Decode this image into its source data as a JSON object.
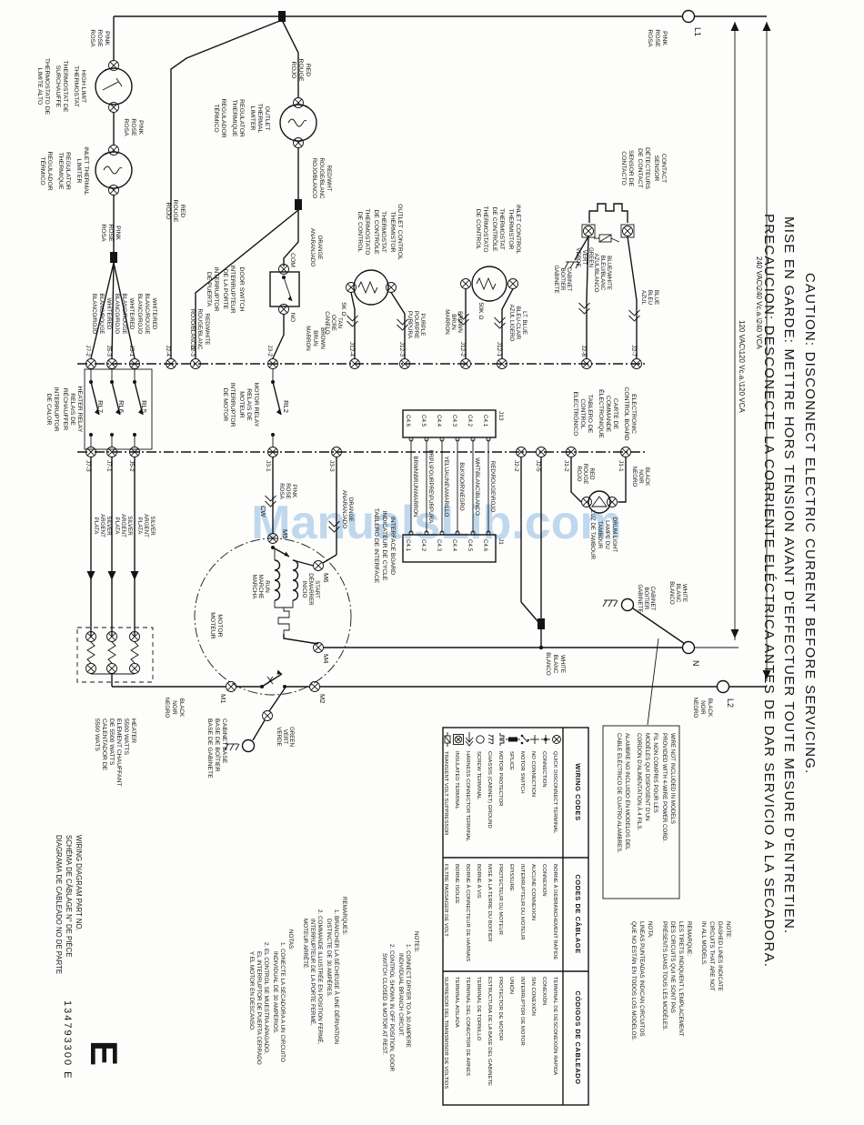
{
  "watermark": "ManualsLib.com",
  "caution": {
    "en": "CAUTION:  DISCONNECT  ELECTRIC  CURRENT  BEFORE  SERVICING.",
    "fr": "MISE  EN  GARDE:  METTRE  HORS  TENSION  AVANT  D'EFFECTUER  TOUTE  MESURE  D'ENTRETIEN.",
    "es": "PRECAUCION:  DESCONECTE  LA  CORRIENTE  ELÉCTRICA  ANTES  DE  DAR  SERVICIO  A  LA  SECADORA."
  },
  "power": {
    "l1": "L1",
    "l2": "L2",
    "n": "N",
    "v240": "240 VAC\\240 Vc.a.\\240 VCA",
    "v120": "120 VAC\\120 Vc.a.\\120 VCA"
  },
  "wires": {
    "pink": [
      "PINK",
      "ROSE",
      "ROSA"
    ],
    "red": [
      "RED",
      "ROUGE",
      "ROJO"
    ],
    "red_wht": [
      "RED/WHT",
      "ROUGE/BLANC",
      "ROJO/BLANCO"
    ],
    "red_white": [
      "RED/WHITE",
      "ROUGE/BLANC",
      "ROJO/BLANCO"
    ],
    "white_red": [
      "WHITE/RED",
      "BLANC/ROUGE",
      "BLANCO/ROJO"
    ],
    "orange": [
      "ORANGE",
      "ANARANJADO"
    ],
    "brown": [
      "BROWN",
      "BRUN",
      "MARRON"
    ],
    "tan": [
      "TAN",
      "OCRE",
      "CANELO"
    ],
    "purple": [
      "PURPLE",
      "POURPRE",
      "PURPURA"
    ],
    "lt_blue": [
      "LT. BLUE",
      "BLEU-CLAIR",
      "AZUL LIGERO"
    ],
    "blue_white": [
      "BLUE/WHITE",
      "BLEU/BLANC",
      "AZUL/BLANCO"
    ],
    "blue": [
      "BLUE",
      "BLEU",
      "AZUL"
    ],
    "green": [
      "GREEN",
      "VERT",
      "VERDE"
    ],
    "silver": [
      "SILVER",
      "ARGENT",
      "PLATA"
    ],
    "black": [
      "BLACK",
      "NOIR",
      "NEGRO"
    ],
    "white": [
      "WHITE",
      "BLANC",
      "BLANCO"
    ]
  },
  "components": {
    "high_limit": [
      "HIGH LIMIT",
      "THERMOSTAT",
      "THERMOSTAT DE",
      "SURCHAUFFE",
      "THERMOSTATO DE",
      "LIMITE ALTO"
    ],
    "inlet_limiter": [
      "INLET THERMAL",
      "LIMITER",
      "REGULATOR",
      "THERMIQUE",
      "REGULADOR",
      "TÉRMICO"
    ],
    "outlet_limiter": [
      "OUTLET",
      "THERMAL",
      "LIMITER",
      "REGULATOR",
      "THERMIQUE",
      "REGULADOR",
      "TÉRMICO"
    ],
    "door_switch": [
      "DOOR SWITCH",
      "INTERRUPTEUR",
      "DE LA PORTE",
      "INTERRUPTOR",
      "DE PUERTA"
    ],
    "com": "COM",
    "no": "NO",
    "outlet_thermistor": [
      "OUTLET CONTROL",
      "THERMISTOR",
      "THERMOSTAT",
      "DE CONTRÔLE",
      "THERMOSTATO",
      "DE CONTROL"
    ],
    "inlet_thermistor": [
      "INLET CONTROL",
      "THERMISTOR",
      "THERMOSTAT",
      "DE CONTRÔLE",
      "THERMOSTATO",
      "DE CONTROL"
    ],
    "r5k": "5K Ω",
    "r50k": "50K Ω",
    "contact_sensor": [
      "CONTACT",
      "SENSOR",
      "DÉTECTEURS",
      "DE CONTACT",
      "SENSOR DE",
      "CONTACTO"
    ],
    "cabinet": [
      "CABINET",
      "BOITIER",
      "GABINETE"
    ],
    "control_board": [
      "ELECTRONIC",
      "CONTROL BOARD",
      "CARTE DE",
      "COMMANDE",
      "ÉLECTRONIQUE",
      "TABLERO DE",
      "CONTROL",
      "ELECTRÓNICO"
    ],
    "heater_relay": [
      "HEATER RELAY",
      "RELAIS DE",
      "RÉCHAUFFER",
      "INTERRUPTOR",
      "DE CALOR"
    ],
    "motor_relay": [
      "MOTOR RELAY",
      "RELAIS DE",
      "MOTEUR",
      "INTERRUPTOR",
      "DE MOTOR"
    ],
    "rl7": "RL7",
    "rl6": "RL6",
    "rl5": "RL5",
    "rl2": "RL2",
    "interface_board": [
      "INTERFACE BOARD",
      "INDICATEUR DE CYCLE",
      "TABLERO DE INTERFACE"
    ],
    "drum_light": [
      "DRUM LIGHT",
      "LAMPE DU",
      "TAMBOUR",
      "LUZ DE TAMBOUR"
    ],
    "heater": [
      "HEATER",
      "5500 WATTS",
      "ELEMENT CHAUFFANT",
      "DE 5500 WATTS",
      "CALENTADOR DE",
      "5500 WATS"
    ],
    "motor": [
      "MOTOR",
      "MOTEUR"
    ],
    "run": [
      "RUN",
      "MARCHE",
      "MARCHA"
    ],
    "start": [
      "START",
      "DÉMARRER",
      "INICIO"
    ],
    "m1": "M1",
    "m2": "M2",
    "m4": "M4",
    "m5": "M5",
    "m6": "M6",
    "cw": "CW",
    "cabinet_base": [
      "CABINET BASE",
      "BASE DE BOÎTIER",
      "BASE DE GABINETE"
    ]
  },
  "connectors": {
    "top": [
      "J7-2",
      "J5-3",
      "J5-1",
      "J2-4",
      "J2-3",
      "J3-2",
      "J12-4",
      "J12-3",
      "J12-2",
      "J12-1",
      "J2-8",
      "J2-7"
    ],
    "bottom": [
      "J7-3",
      "J7-1",
      "J5-2",
      "J3-1",
      "J3-3",
      "J2-2",
      "J2-5",
      "J1-2",
      "J1-1"
    ],
    "j13": "J13",
    "j1": "J1",
    "j13_pins": [
      "C4.6",
      "C4.5",
      "C4.4",
      "C4.3",
      "C4.2",
      "C4.1"
    ],
    "j1_pins": [
      "C4.1",
      "C4.2",
      "C4.3",
      "C4.4",
      "C4.5",
      "C4.6"
    ],
    "ribbon": [
      "BRWN\\BRUN\\MARRON",
      "PRPL\\POURPRE\\PURPURA",
      "YEL\\JAUNE\\AMARILLO",
      "BLK\\NOIR\\NEGRO",
      "WHT\\BLANC\\BLANCO",
      "RED\\ROUGE\\ROJO"
    ]
  },
  "wiring_codes": {
    "headers": [
      "WIRING CODES",
      "CODES DE CÂBLAGE",
      "CÓDIGOS DE CABLEADO"
    ],
    "rows": [
      {
        "symbol": "quick-disconnect-terminal",
        "en": "QUICK DISCONNECT TERMINAL",
        "fr": "BORNE À DÉBRANCHEMENT RAPIDE",
        "es": "TERMINAL DE DESCONEXIÓN RAPIDA"
      },
      {
        "symbol": "connection",
        "en": "CONNECTION",
        "fr": "CONNEXION",
        "es": "CONEXIÓN"
      },
      {
        "symbol": "no-connection",
        "en": "NO CONNECTION",
        "fr": "AUCUNE CONNEXION",
        "es": "SIN CONEXIÓN"
      },
      {
        "symbol": "motor-switch",
        "en": "MOTOR SWITCH",
        "fr": "INTERRUPTEUR DU MOTEUR",
        "es": "INTERRUPTOR DE MOTOR"
      },
      {
        "symbol": "splice",
        "en": "SPLICE",
        "fr": "ÉPISSURE",
        "es": "UNIÓN"
      },
      {
        "symbol": "motor-protector",
        "en": "MOTOR PROTECTOR",
        "fr": "PROTECTEUR DU MOTEUR",
        "es": "PROTECTOR DE MOTOR"
      },
      {
        "symbol": "chassis-ground",
        "en": "CHASSIS (CABINET) GROUND",
        "fr": "MISE À LA TERRE DU BOITIER",
        "es": "ESTRUCTURA DE LA BASE DEL GABINETE"
      },
      {
        "symbol": "screw-terminal",
        "en": "SCREW TERMINAL",
        "fr": "BORNE À VIS",
        "es": "TERMINAL DE TORNILLO"
      },
      {
        "symbol": "harness-connector-terminal",
        "en": "HARNESS CONNECTOR TERMINAL",
        "fr": "BORNE À CONNECTEUR DE HARNAIS",
        "es": "TERMINAL DEL CONECTOR DE ARNÉS"
      },
      {
        "symbol": "insulated-terminal",
        "en": "INSULATED TERMINAL",
        "fr": "BORNE ISOLÉE",
        "es": "TERMINAL AISLADA"
      },
      {
        "symbol": "transient-volt-suppressor",
        "en": "TRANSIENT VOLT SUPPRESSOR",
        "fr": "FILTRE PASSAGER DE VOLT",
        "es": "SUPRESOR DEL TRANSMISOR DE VOLTIOS"
      }
    ]
  },
  "notes_en": [
    "NOTES:",
    "1. CONNECT DRYER TO A 30 AMPERE",
    "INDIVIDUAL BRANCH CIRCUIT.",
    "2. CONTROL SHOWN IN OFF POSITION, DOOR",
    "SWITCH CLOSED & MOTOR AT REST."
  ],
  "notes_fr": [
    "REMARQUES:",
    "1. BRANCHER LA SÉCHEUSE À UNE DÉRIVATION",
    "DISTINCTE DE 30 AMPÈRES.",
    "2. COMMANDE ILLUSTRÉE EN POSITION FERMÉ,",
    "INTERRUPTEUR DE LA PORTE FERMÉ,",
    "MOTEUR ARRÊTÉ."
  ],
  "notes_es": [
    "NOTAS:",
    "1. CONECTE LA SECADORA A UN CIRCUITO",
    "INDIVIDUAL DE 30 AMPERIOS.",
    "2. EL CONTROL SE MUESTRA APAGADO,",
    "EL INTERRUPTOR DE PUERTA CERRADO",
    "Y EL MOTOR EN DESCANSO."
  ],
  "note_dashed_en": [
    "NOTE:",
    "DASHED LINES INDICATE",
    "CIRCUITS THAT ARE NOT",
    "IN ALL MODELS."
  ],
  "note_dashed_fr": [
    "REMARQUE:",
    "LES TIRETS INDIQUENT L'EMPLACEMENT",
    "DES CIRCUITS QUI NE SONT PAS",
    "PRÉSENTS DANS TOUS LES MODÈLES."
  ],
  "note_dashed_es": [
    "NOTA:",
    "LINEAS PUNTEADAS INDICAN CIRCUITOS",
    "QUE NO ESTÁN EN TODOS LOS MODELOS."
  ],
  "wire_not_included": [
    "WIRE NOT INCLUDED IN MODELS",
    "PROVIDED WITH 4-WIRE POWER CORD.",
    "FIL NON COMPRIS POUR LES",
    "MODÈLES QUI DISPOSENT D'UN",
    "CORDON D'ALIMENTATION À 4 FILS.",
    "ALAMBRE NO INCLUIDO EN MODELOS DEL",
    "CABLE ELÉCTRICO DE CUATRO ALAMBRES."
  ],
  "part_number": [
    "WIRING DIAGRAM PART NO.",
    "SCHÉMA DE CÂBLAGE N° DE PIÈCE",
    "DIAGRAMA DE CABLEADO NO DE PARTE"
  ],
  "part_number_value": "134793300 E",
  "revision": "E"
}
